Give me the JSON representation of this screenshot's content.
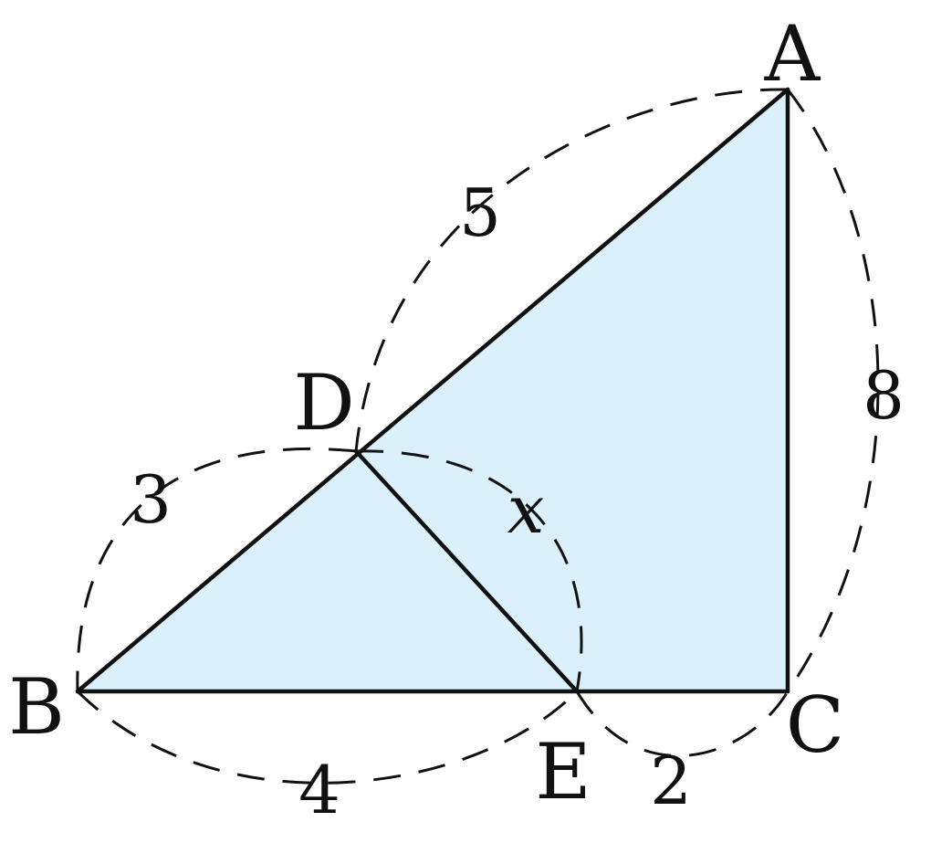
{
  "figure": {
    "points": {
      "A": "A",
      "B": "B",
      "C": "C",
      "D": "D",
      "E": "E"
    },
    "lengths": {
      "AD": "5",
      "DB": "3",
      "BE": "4",
      "EC": "2",
      "AC": "8",
      "DE": "x"
    },
    "colors": {
      "triangle_fill": "#daf0fa",
      "stroke": "#111111"
    }
  }
}
